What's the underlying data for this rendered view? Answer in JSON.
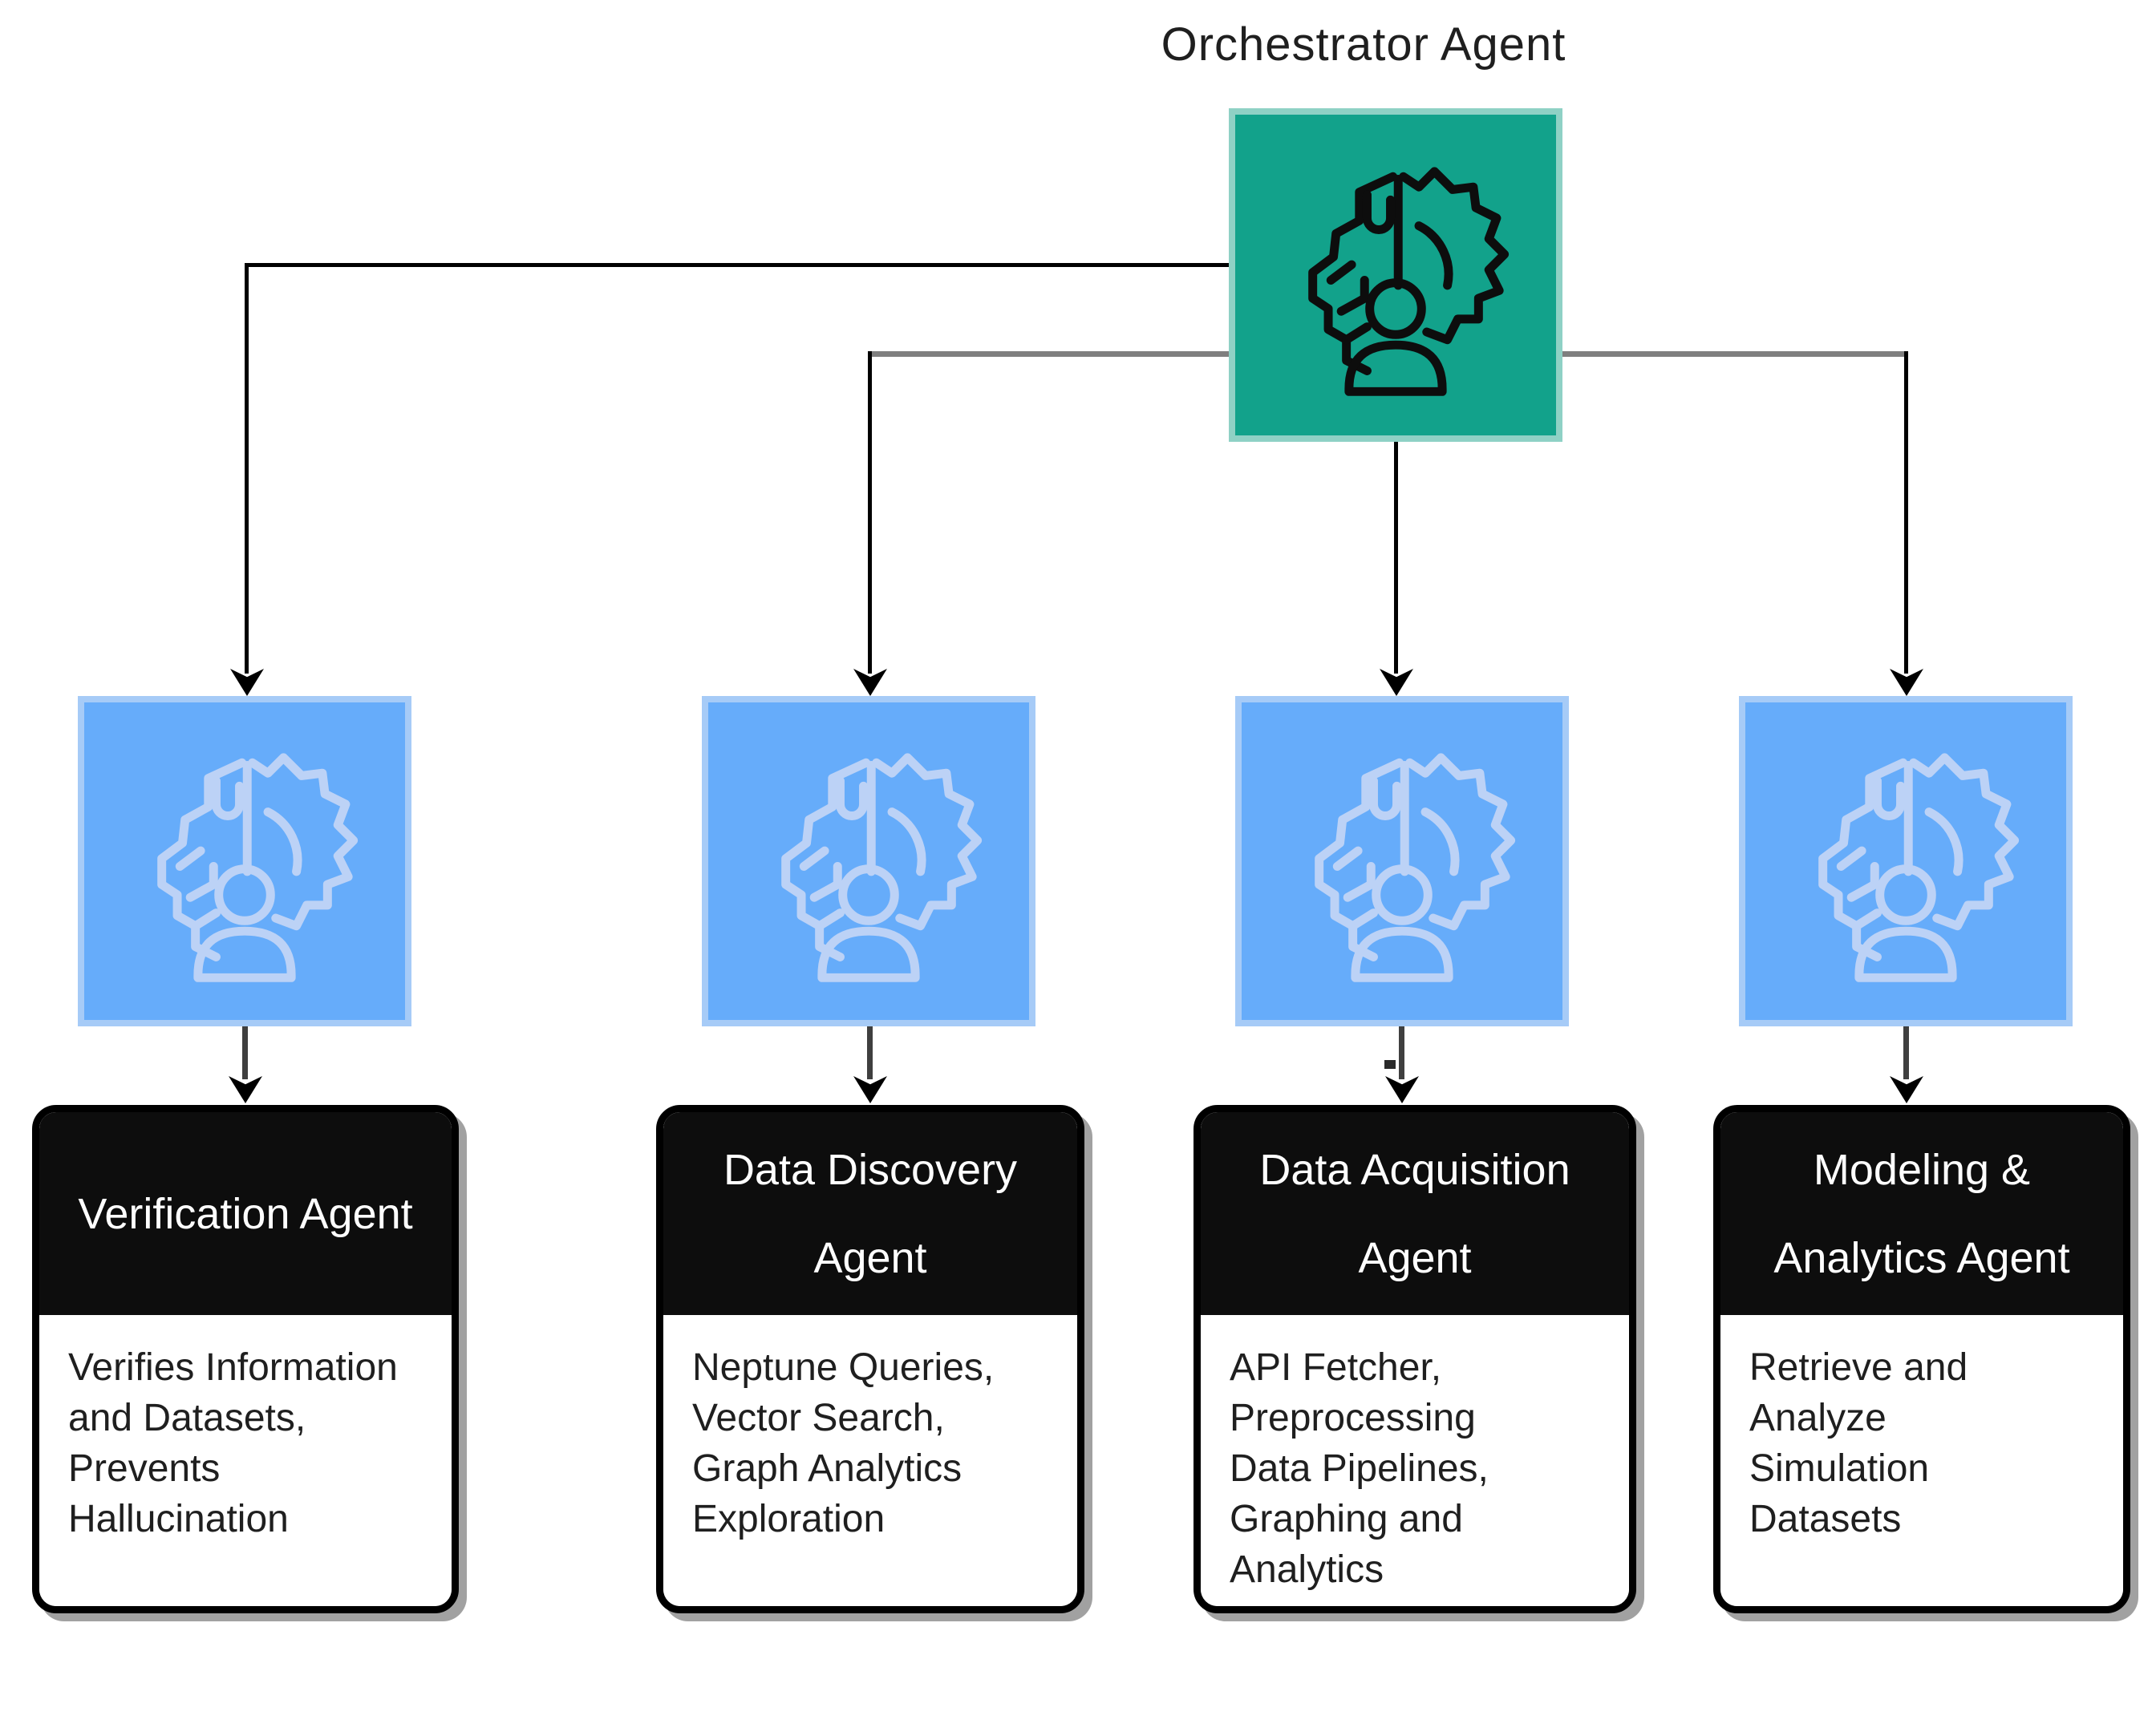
{
  "orchestrator": {
    "label": "Orchestrator Agent"
  },
  "agents": [
    {
      "name": "Verification Agent",
      "description": "Verifies Information and Datasets, Prevents Hallucination"
    },
    {
      "name": "Data Discovery Agent",
      "description": "Neptune Queries, Vector Search, Graph Analytics Exploration"
    },
    {
      "name": "Data Acquisition Agent",
      "description": "API Fetcher, Preprocessing Data Pipelines, Graphing and Analytics"
    },
    {
      "name": "Modeling & Analytics Agent",
      "description": "Retrieve and Analyze Simulation Datasets"
    }
  ],
  "colors": {
    "orchestrator_fill": "#12A28B",
    "orchestrator_border": "#8FD1C5",
    "agent_fill": "#66ACFA",
    "agent_border": "#A6CBF7",
    "agent_icon": "#BCD2F6",
    "header_fill": "#0D0D0D",
    "header_text": "#FFFFFF",
    "body_text": "#1F1F1F",
    "connector_black": "#000000",
    "connector_gray": "#7F7F7F"
  }
}
